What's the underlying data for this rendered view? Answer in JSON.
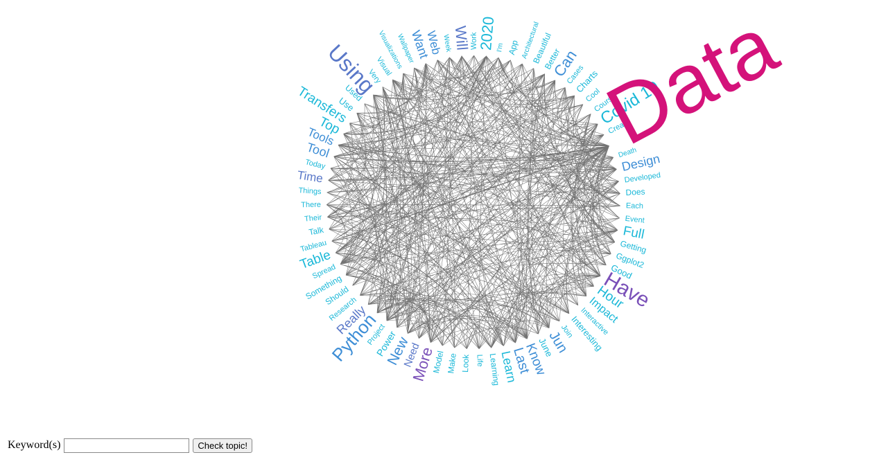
{
  "controls": {
    "keyword_label": "Keyword(s)",
    "keyword_value": "",
    "check_button_label": "Check topic!"
  },
  "palette": {
    "cyan": "#1bb8d8",
    "blue": "#3e8ed6",
    "indigo": "#5a78c8",
    "violet": "#7a50b8",
    "magenta": "#d4127a",
    "edge": "#000000"
  },
  "graph": {
    "nodes": [
      {
        "label": "2020",
        "color": "cyan",
        "size": 22
      },
      {
        "label": "I'm",
        "color": "cyan",
        "size": 10
      },
      {
        "label": "App",
        "color": "cyan",
        "size": 12
      },
      {
        "label": "Architectural",
        "color": "cyan",
        "size": 10
      },
      {
        "label": "Beautiful",
        "color": "cyan",
        "size": 12
      },
      {
        "label": "Better",
        "color": "cyan",
        "size": 12
      },
      {
        "label": "Can",
        "color": "blue",
        "size": 22
      },
      {
        "label": "Cases",
        "color": "cyan",
        "size": 11
      },
      {
        "label": "Charts",
        "color": "cyan",
        "size": 13
      },
      {
        "label": "Cool",
        "color": "cyan",
        "size": 11
      },
      {
        "label": "Course",
        "color": "cyan",
        "size": 11
      },
      {
        "label": "Covid 19",
        "color": "cyan",
        "size": 24
      },
      {
        "label": "Create",
        "color": "cyan",
        "size": 11
      },
      {
        "label": "Data",
        "color": "magenta",
        "size": 120,
        "special": true
      },
      {
        "label": "Death",
        "color": "cyan",
        "size": 10
      },
      {
        "label": "Design",
        "color": "blue",
        "size": 18
      },
      {
        "label": "Developed",
        "color": "cyan",
        "size": 11
      },
      {
        "label": "Does",
        "color": "cyan",
        "size": 12
      },
      {
        "label": "Each",
        "color": "cyan",
        "size": 11
      },
      {
        "label": "Event",
        "color": "cyan",
        "size": 11
      },
      {
        "label": "Full",
        "color": "cyan",
        "size": 19
      },
      {
        "label": "Getting",
        "color": "cyan",
        "size": 12
      },
      {
        "label": "Ggplot2",
        "color": "cyan",
        "size": 12
      },
      {
        "label": "Good",
        "color": "cyan",
        "size": 13
      },
      {
        "label": "Have",
        "color": "violet",
        "size": 30
      },
      {
        "label": "Hour",
        "color": "cyan",
        "size": 19
      },
      {
        "label": "Impact",
        "color": "cyan",
        "size": 16
      },
      {
        "label": "Interactive",
        "color": "cyan",
        "size": 11
      },
      {
        "label": "Interesting",
        "color": "cyan",
        "size": 13
      },
      {
        "label": "Join",
        "color": "cyan",
        "size": 11
      },
      {
        "label": "Jun",
        "color": "blue",
        "size": 20
      },
      {
        "label": "June",
        "color": "cyan",
        "size": 13
      },
      {
        "label": "Know",
        "color": "blue",
        "size": 19
      },
      {
        "label": "Last",
        "color": "blue",
        "size": 20
      },
      {
        "label": "Learn",
        "color": "cyan",
        "size": 18
      },
      {
        "label": "Learning",
        "color": "cyan",
        "size": 12
      },
      {
        "label": "Life",
        "color": "cyan",
        "size": 11
      },
      {
        "label": "Look",
        "color": "cyan",
        "size": 12
      },
      {
        "label": "Make",
        "color": "cyan",
        "size": 12
      },
      {
        "label": "Model",
        "color": "cyan",
        "size": 12
      },
      {
        "label": "More",
        "color": "violet",
        "size": 22
      },
      {
        "label": "Need",
        "color": "indigo",
        "size": 15
      },
      {
        "label": "New",
        "color": "blue",
        "size": 21
      },
      {
        "label": "Power",
        "color": "cyan",
        "size": 14
      },
      {
        "label": "Project",
        "color": "cyan",
        "size": 11
      },
      {
        "label": "Python",
        "color": "blue",
        "size": 26
      },
      {
        "label": "Really",
        "color": "indigo",
        "size": 18
      },
      {
        "label": "Research",
        "color": "cyan",
        "size": 11
      },
      {
        "label": "Should",
        "color": "cyan",
        "size": 12
      },
      {
        "label": "Something",
        "color": "cyan",
        "size": 12
      },
      {
        "label": "Spread",
        "color": "cyan",
        "size": 11
      },
      {
        "label": "Table",
        "color": "cyan",
        "size": 19
      },
      {
        "label": "Tableau",
        "color": "cyan",
        "size": 11
      },
      {
        "label": "Talk",
        "color": "cyan",
        "size": 12
      },
      {
        "label": "Their",
        "color": "cyan",
        "size": 11
      },
      {
        "label": "There",
        "color": "cyan",
        "size": 11
      },
      {
        "label": "Things",
        "color": "cyan",
        "size": 11
      },
      {
        "label": "Time",
        "color": "indigo",
        "size": 17
      },
      {
        "label": "Today",
        "color": "cyan",
        "size": 11
      },
      {
        "label": "Tool",
        "color": "blue",
        "size": 18
      },
      {
        "label": "Tools",
        "color": "blue",
        "size": 17
      },
      {
        "label": "Top",
        "color": "cyan",
        "size": 19
      },
      {
        "label": "Transfers",
        "color": "cyan",
        "size": 19
      },
      {
        "label": "Use",
        "color": "cyan",
        "size": 13
      },
      {
        "label": "Used",
        "color": "cyan",
        "size": 12
      },
      {
        "label": "Using",
        "color": "indigo",
        "size": 32
      },
      {
        "label": "Very",
        "color": "cyan",
        "size": 11
      },
      {
        "label": "Visual",
        "color": "cyan",
        "size": 11
      },
      {
        "label": "Visualizations",
        "color": "cyan",
        "size": 10
      },
      {
        "label": "Wallpaper",
        "color": "cyan",
        "size": 10
      },
      {
        "label": "Want",
        "color": "blue",
        "size": 18
      },
      {
        "label": "Web",
        "color": "blue",
        "size": 17
      },
      {
        "label": "Week",
        "color": "cyan",
        "size": 10
      },
      {
        "label": "Will",
        "color": "indigo",
        "size": 22
      },
      {
        "label": "Work",
        "color": "cyan",
        "size": 11
      }
    ]
  }
}
